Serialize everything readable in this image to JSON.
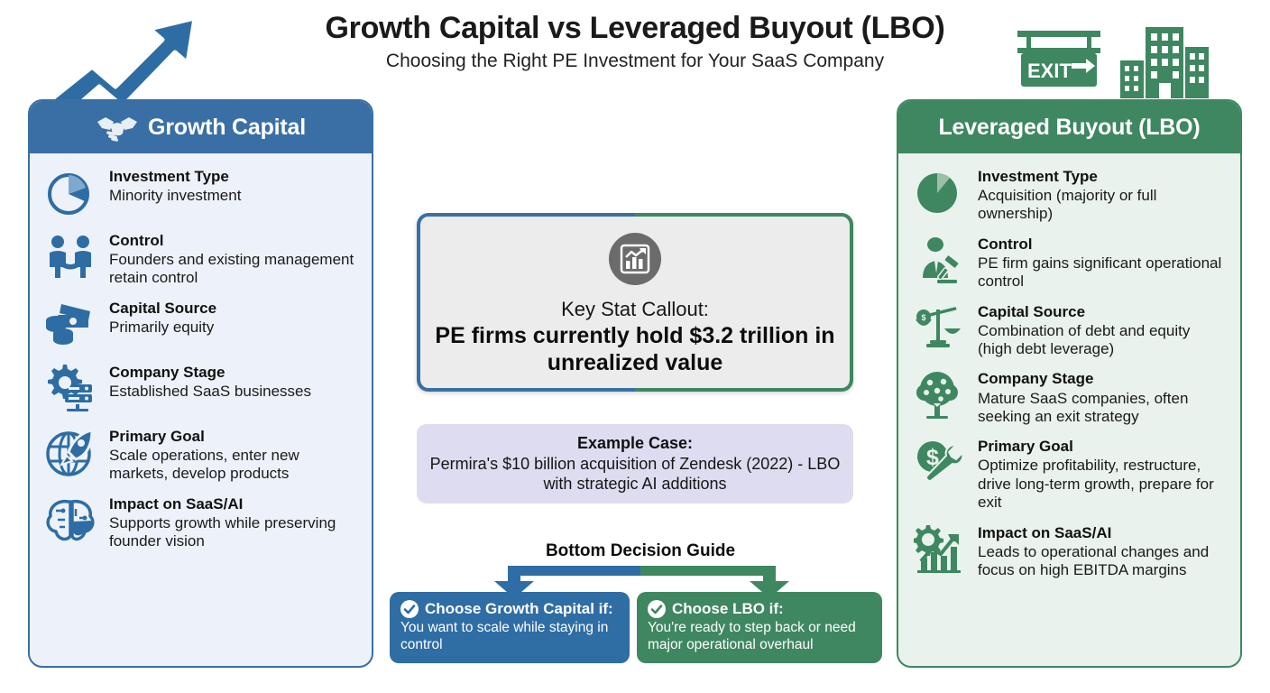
{
  "header": {
    "title": "Growth Capital vs Leveraged Buyout (LBO)",
    "subtitle": "Choosing the Right PE Investment for Your SaaS Company"
  },
  "decorations": {
    "growth_arrow_icon": "rising-arrow-icon",
    "exit_sign_label": "EXIT",
    "exit_sign_icon": "exit-sign-icon",
    "buildings_icon": "city-buildings-icon"
  },
  "colors": {
    "blue": "#3A6FA5",
    "green": "#3E8761",
    "blue_panel_bg": "#EDF2FA",
    "green_panel_bg": "#E9F2EC",
    "lavender": "#DEDCF0",
    "stat_bg": "#ECECEC",
    "stat_icon_circle": "#6B6B6B"
  },
  "left_panel": {
    "title": "Growth Capital",
    "icon": "handshake-icon",
    "features": [
      {
        "icon": "pie-chart-icon",
        "label": "Investment Type",
        "desc": "Minority investment"
      },
      {
        "icon": "handshake-people-icon",
        "label": "Control",
        "desc": "Founders and existing management retain control"
      },
      {
        "icon": "money-cash-icon",
        "label": "Capital Source",
        "desc": "Primarily equity"
      },
      {
        "icon": "gear-server-icon",
        "label": "Company Stage",
        "desc": "Established SaaS businesses"
      },
      {
        "icon": "rocket-globe-icon",
        "label": "Primary Goal",
        "desc": "Scale operations, enter new markets, develop products"
      },
      {
        "icon": "brain-ai-icon",
        "label": "Impact on SaaS/AI",
        "desc": "Supports growth while preserving founder vision"
      }
    ]
  },
  "right_panel": {
    "title": "Leveraged Buyout (LBO)",
    "icon": "exit-sign-icon",
    "features": [
      {
        "icon": "pie-chart-icon",
        "label": "Investment Type",
        "desc": "Acquisition (majority or full ownership)"
      },
      {
        "icon": "businessman-gavel-icon",
        "label": "Control",
        "desc": "PE firm gains significant operational control"
      },
      {
        "icon": "scales-balance-icon",
        "label": "Capital Source",
        "desc": "Combination of debt and equity (high debt leverage)"
      },
      {
        "icon": "tree-icon",
        "label": "Company Stage",
        "desc": "Mature SaaS companies, often seeking an exit strategy"
      },
      {
        "icon": "dollar-wrench-icon",
        "label": "Primary Goal",
        "desc": "Optimize profitability, restructure, drive long-term growth, prepare for exit"
      },
      {
        "icon": "gear-growth-chart-icon",
        "label": "Impact on SaaS/AI",
        "desc": "Leads to operational changes and focus on high EBITDA margins"
      }
    ]
  },
  "center": {
    "stat": {
      "icon": "bar-chart-trend-icon",
      "caption": "Key Stat Callout:",
      "value": "PE firms currently hold $3.2 trillion in unrealized value"
    },
    "example": {
      "title": "Example Case:",
      "text": "Permira's $10 billion acquisition of Zendesk (2022) - LBO with strategic AI additions"
    },
    "guide": {
      "title": "Bottom Decision Guide",
      "cards": [
        {
          "icon": "check-circle-icon",
          "title": "Choose Growth Capital if:",
          "body": "You want to scale while staying in control"
        },
        {
          "icon": "check-circle-icon",
          "title": "Choose LBO if:",
          "body": "You're ready to step back or need major operational overhaul"
        }
      ]
    }
  }
}
